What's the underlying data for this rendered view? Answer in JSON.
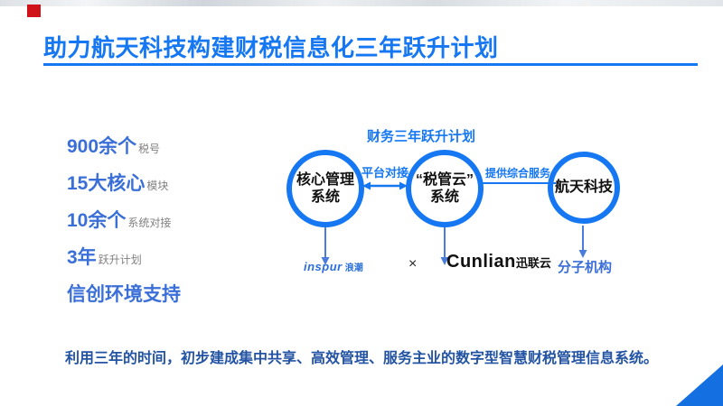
{
  "slide": {
    "title": "助力航天科技构建财税信息化三年跃升计划",
    "footer": "利用三年的时间，初步建成集中共享、高效管理、服务主业的数字型智慧财税管理信息系统。"
  },
  "stats": {
    "items": [
      {
        "value": "900余个",
        "label": "税号"
      },
      {
        "value": "15大核心",
        "label": "模块"
      },
      {
        "value": "10余个",
        "label": "系统对接"
      },
      {
        "value": "3年",
        "label": "跃升计划"
      },
      {
        "value": "信创环境支持",
        "label": ""
      }
    ]
  },
  "diagram": {
    "heading": "财务三年跃升计划",
    "circles": [
      {
        "line1": "核心管理",
        "line2": "系统"
      },
      {
        "line1": "“税管云”",
        "line2": "系统"
      },
      {
        "line1": "航天科技",
        "line2": ""
      }
    ],
    "connectors": [
      {
        "label": "平台对接"
      },
      {
        "label": "提供综合服务"
      }
    ],
    "logos": {
      "inspur_en": "inspur",
      "inspur_cn": "浪潮",
      "multiply": "×",
      "cunlian_en": "Cunlian",
      "cunlian_cn": "迅联云"
    },
    "branch_label": "分子机构"
  },
  "colors": {
    "title_blue": "#1677f2",
    "stat_blue": "#3a6fd8",
    "circle_border_blue": "#1677f2",
    "footer_blue": "#2353a3",
    "label_gray": "#808080",
    "accent_red": "#d0121b",
    "corner_triangle_blue": "#1470e0"
  }
}
